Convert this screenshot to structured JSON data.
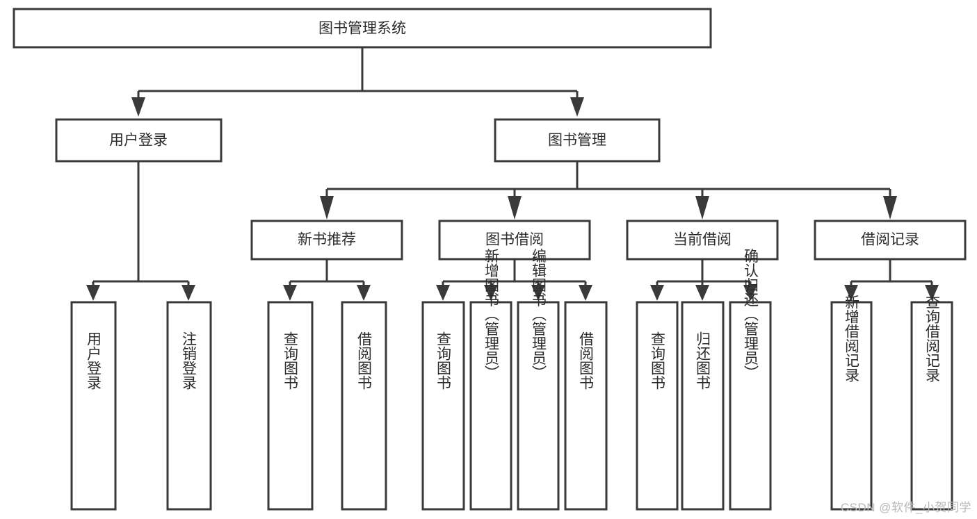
{
  "diagram": {
    "type": "tree-hierarchy-chart",
    "title": "图书管理系统",
    "root": {
      "id": "root",
      "label": "图书管理系统",
      "orientation": "horizontal"
    },
    "level2": [
      {
        "id": "user-login",
        "label": "用户登录",
        "orientation": "horizontal"
      },
      {
        "id": "book-management",
        "label": "图书管理",
        "orientation": "horizontal"
      }
    ],
    "level3": [
      {
        "id": "new-book-recommend",
        "label": "新书推荐",
        "orientation": "horizontal",
        "parent": "book-management"
      },
      {
        "id": "book-borrow",
        "label": "图书借阅",
        "orientation": "horizontal",
        "parent": "book-management"
      },
      {
        "id": "current-borrow",
        "label": "当前借阅",
        "orientation": "horizontal",
        "parent": "book-management"
      },
      {
        "id": "borrow-record",
        "label": "借阅记录",
        "orientation": "horizontal",
        "parent": "book-management"
      }
    ],
    "leaves": [
      {
        "id": "leaf-user-login",
        "label": "用户登录",
        "orientation": "vertical",
        "parent": "user-login"
      },
      {
        "id": "leaf-logout-login",
        "label": "注销登录",
        "orientation": "vertical",
        "parent": "user-login"
      },
      {
        "id": "leaf-query-book-1",
        "label": "查询图书",
        "orientation": "vertical",
        "parent": "new-book-recommend"
      },
      {
        "id": "leaf-borrow-book-1",
        "label": "借阅图书",
        "orientation": "vertical",
        "parent": "new-book-recommend"
      },
      {
        "id": "leaf-query-book-2",
        "label": "查询图书",
        "orientation": "vertical",
        "parent": "book-borrow"
      },
      {
        "id": "leaf-add-book",
        "label": "新增图书（管理员）",
        "orientation": "vertical",
        "parent": "book-borrow"
      },
      {
        "id": "leaf-edit-book",
        "label": "编辑图书（管理员）",
        "orientation": "vertical",
        "parent": "book-borrow"
      },
      {
        "id": "leaf-borrow-book-2",
        "label": "借阅图书",
        "orientation": "vertical",
        "parent": "book-borrow"
      },
      {
        "id": "leaf-query-book-3",
        "label": "查询图书",
        "orientation": "vertical",
        "parent": "current-borrow"
      },
      {
        "id": "leaf-return-book",
        "label": "归还图书",
        "orientation": "vertical",
        "parent": "current-borrow"
      },
      {
        "id": "leaf-confirm-return",
        "label": "确认归还（管理员）",
        "orientation": "vertical",
        "parent": "current-borrow"
      },
      {
        "id": "leaf-add-record",
        "label": "新增借阅记录",
        "orientation": "vertical",
        "parent": "borrow-record"
      },
      {
        "id": "leaf-query-record",
        "label": "查询借阅记录",
        "orientation": "vertical",
        "parent": "borrow-record"
      }
    ],
    "colors": {
      "stroke": "#3a3a3a",
      "fill": "#ffffff",
      "text": "#2b2b2b",
      "watermark": "#b9b9b9"
    }
  },
  "watermark": {
    "text": "CSDN @软件_小贺同学"
  }
}
